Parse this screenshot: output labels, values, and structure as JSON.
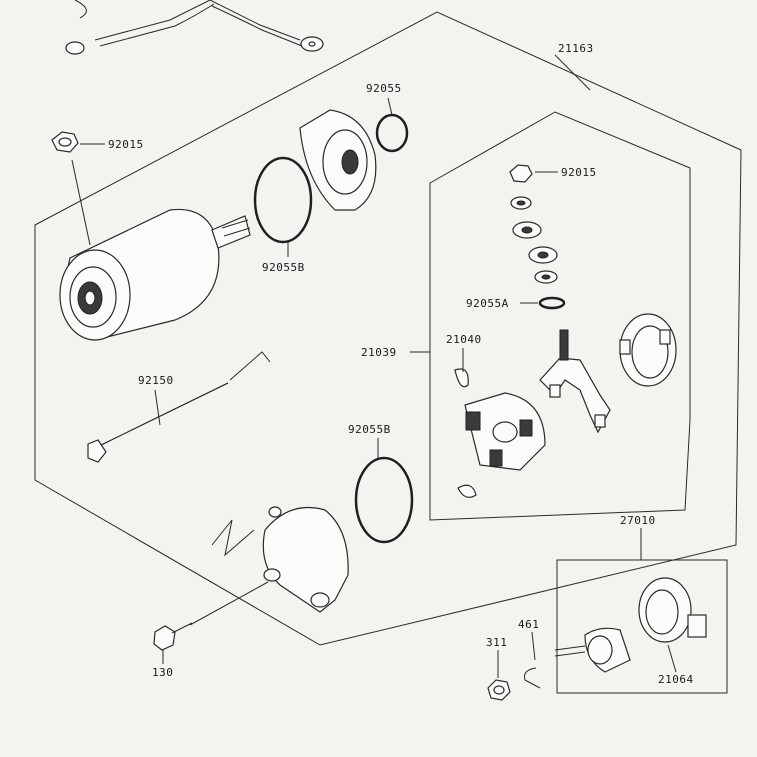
{
  "labels": {
    "l_21163": "21163",
    "l_92055_top": "92055",
    "l_92015_left": "92015",
    "l_92055B_top": "92055B",
    "l_92015_right": "92015",
    "l_92055A": "92055A",
    "l_21040": "21040",
    "l_21039": "21039",
    "l_92150": "92150",
    "l_92055B_mid": "92055B",
    "l_27010": "27010",
    "l_461": "461",
    "l_311": "311",
    "l_130": "130",
    "l_21064": "21064"
  },
  "colors": {
    "line": "#2a2a2a",
    "paper": "#f4f3f0",
    "part_fill": "#fbfbfa"
  }
}
